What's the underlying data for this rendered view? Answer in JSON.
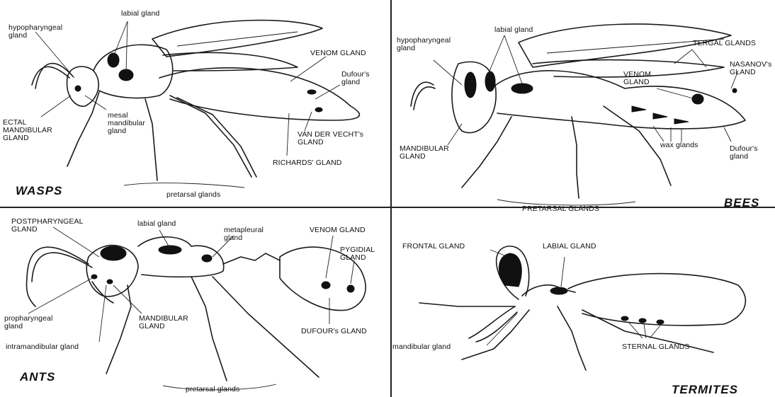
{
  "panels": {
    "wasps": {
      "title": "WASPS",
      "labels": {
        "hypopharyngeal": "hypopharyngeal\ngland",
        "labial": "labial gland",
        "venom": "VENOM GLAND",
        "dufour": "Dufour's\ngland",
        "ectal": "ECTAL\nMANDIBULAR\nGLAND",
        "mesal": "mesal\nmandibular\ngland",
        "vandervecht": "VAN DER VECHT's\nGLAND",
        "richards": "RICHARDS' GLAND",
        "pretarsal": "pretarsal glands"
      }
    },
    "bees": {
      "title": "BEES",
      "labels": {
        "hypopharyngeal": "hypopharyngeal\ngland",
        "labial": "labial gland",
        "tergal": "TERGAL GLANDS",
        "nasanov": "NASANOV's\nGLAND",
        "venom": "VENOM\nGLAND",
        "mandibular": "MANDIBULAR\nGLAND",
        "wax": "wax glands",
        "dufour": "Dufour's\ngland",
        "pretarsal": "PRETARSAL GLANDS"
      }
    },
    "ants": {
      "title": "ANTS",
      "labels": {
        "postpharyngeal": "POSTPHARYNGEAL\nGLAND",
        "labial": "labial gland",
        "metapleural": "metapleural\ngland",
        "venom": "VENOM GLAND",
        "pygidial": "PYGIDIAL\nGLAND",
        "propharyngeal": "propharyngeal\ngland",
        "mandibular": "MANDIBULAR\nGLAND",
        "intramandibular": "intramandibular gland",
        "dufour": "DUFOUR's GLAND",
        "pretarsal": "pretarsal glands"
      }
    },
    "termites": {
      "title": "TERMITES",
      "labels": {
        "frontal": "FRONTAL GLAND",
        "labial": "LABIAL GLAND",
        "mandibular": "mandibular gland",
        "sternal": "STERNAL GLANDS"
      }
    }
  }
}
